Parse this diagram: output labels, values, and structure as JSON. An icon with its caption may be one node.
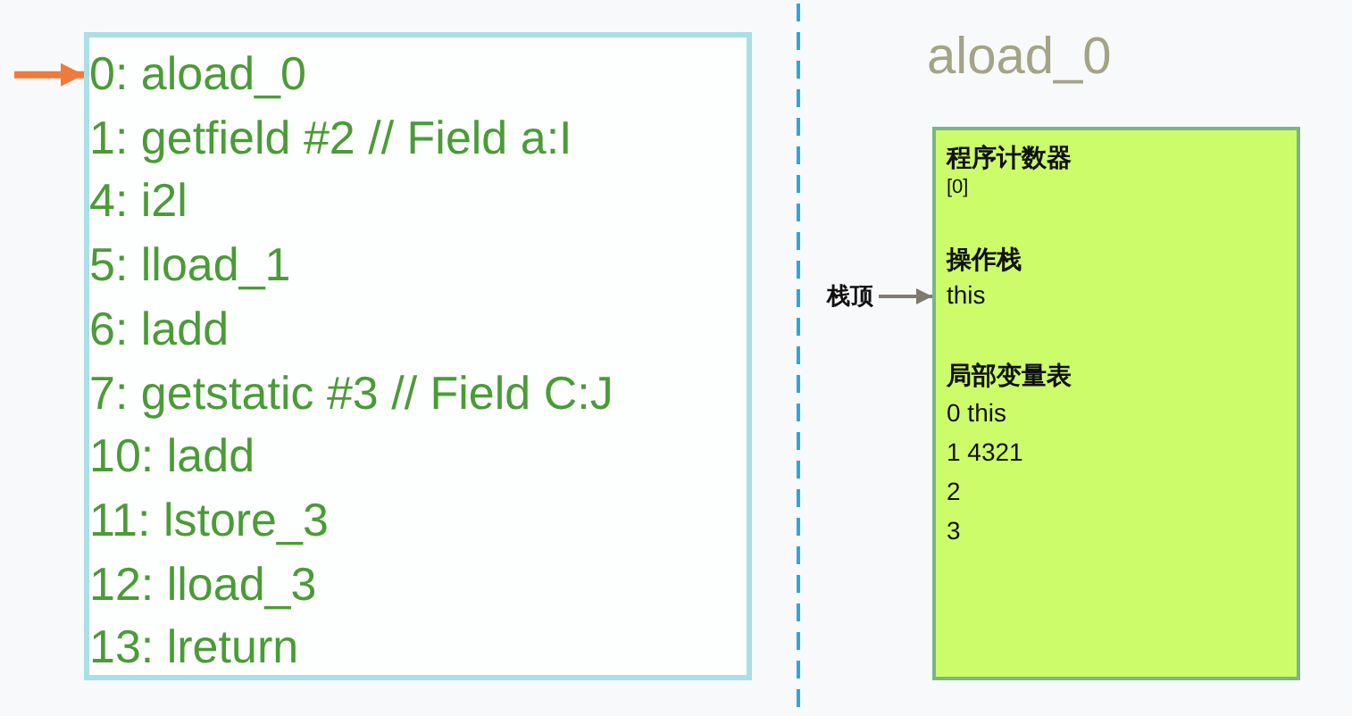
{
  "diagram": {
    "nodes": [
      {
        "text": [
          "0: aload_0",
          "1: getfield #2 // Field a:I",
          "4: i2l",
          "5: lload_1",
          "6: ladd",
          "7: getstatic #3 // Field C:J",
          "10: ladd",
          "11: lstore_3",
          "12: lload_3",
          "13: lreturn"
        ]
      },
      {
        "text": [
          "程序计数器",
          "[0]",
          "操作栈",
          "this",
          "局部变量表",
          "0 this",
          "1 4321",
          "2",
          "3"
        ],
        "beside": [
          "aload_0"
        ]
      },
      {
        "text": [
          "栈顶"
        ]
      }
    ],
    "edges": [
      {
        "from": null,
        "to": 0,
        "arrow": "to",
        "style": "thick",
        "color": "#f07a3a"
      },
      {
        "from": 2,
        "to": 1,
        "arrow": "to",
        "color": "#7d7b6e"
      }
    ]
  }
}
